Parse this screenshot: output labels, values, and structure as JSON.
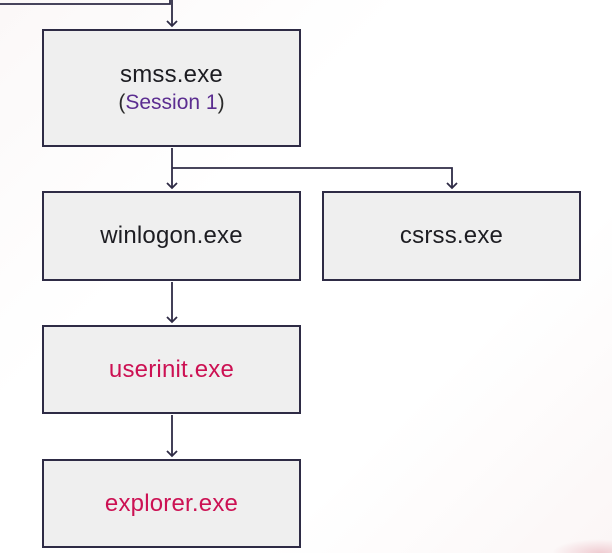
{
  "diagram": {
    "nodes": {
      "smss": {
        "label": "smss.exe",
        "sub_open": "(",
        "sub_session": "Session 1",
        "sub_close": ")"
      },
      "winlogon": {
        "label": "winlogon.exe"
      },
      "csrss": {
        "label": "csrss.exe"
      },
      "userinit": {
        "label": "userinit.exe"
      },
      "explorer": {
        "label": "explorer.exe"
      }
    },
    "edges": [
      {
        "from": "parent",
        "to": "smss"
      },
      {
        "from": "smss",
        "to": "winlogon"
      },
      {
        "from": "smss",
        "to": "csrss"
      },
      {
        "from": "winlogon",
        "to": "userinit"
      },
      {
        "from": "userinit",
        "to": "explorer"
      }
    ],
    "colors": {
      "box_fill": "#efefef",
      "box_border": "#2e2b45",
      "connector": "#2e2b45",
      "highlight_text": "#cc1153",
      "session_text": "#5b2d90"
    }
  }
}
